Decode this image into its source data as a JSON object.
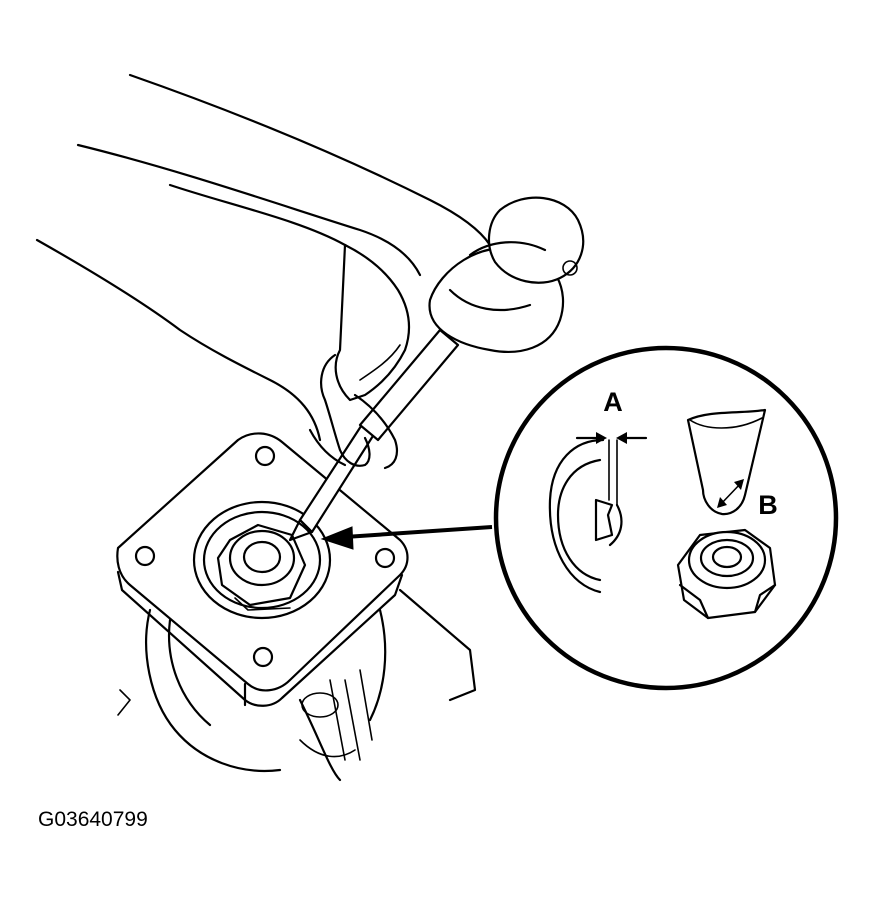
{
  "callouts": {
    "a": "A",
    "b": "B"
  },
  "figure_id": "G03640799"
}
